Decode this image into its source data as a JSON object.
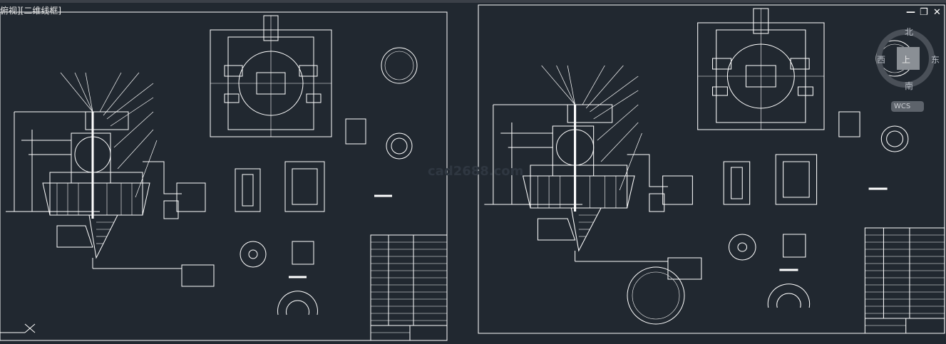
{
  "viewport": {
    "label": "俯视][二维线框]"
  },
  "window_controls": {
    "minimize": "—",
    "restore": "❐",
    "close": "✕"
  },
  "viewcube": {
    "north": "北",
    "east": "东",
    "south": "南",
    "west": "西",
    "top": "上"
  },
  "wcs": {
    "label": "WCS"
  },
  "watermark": "cad2688.com",
  "colors": {
    "background": "#212830",
    "lines": "#ffffff"
  }
}
